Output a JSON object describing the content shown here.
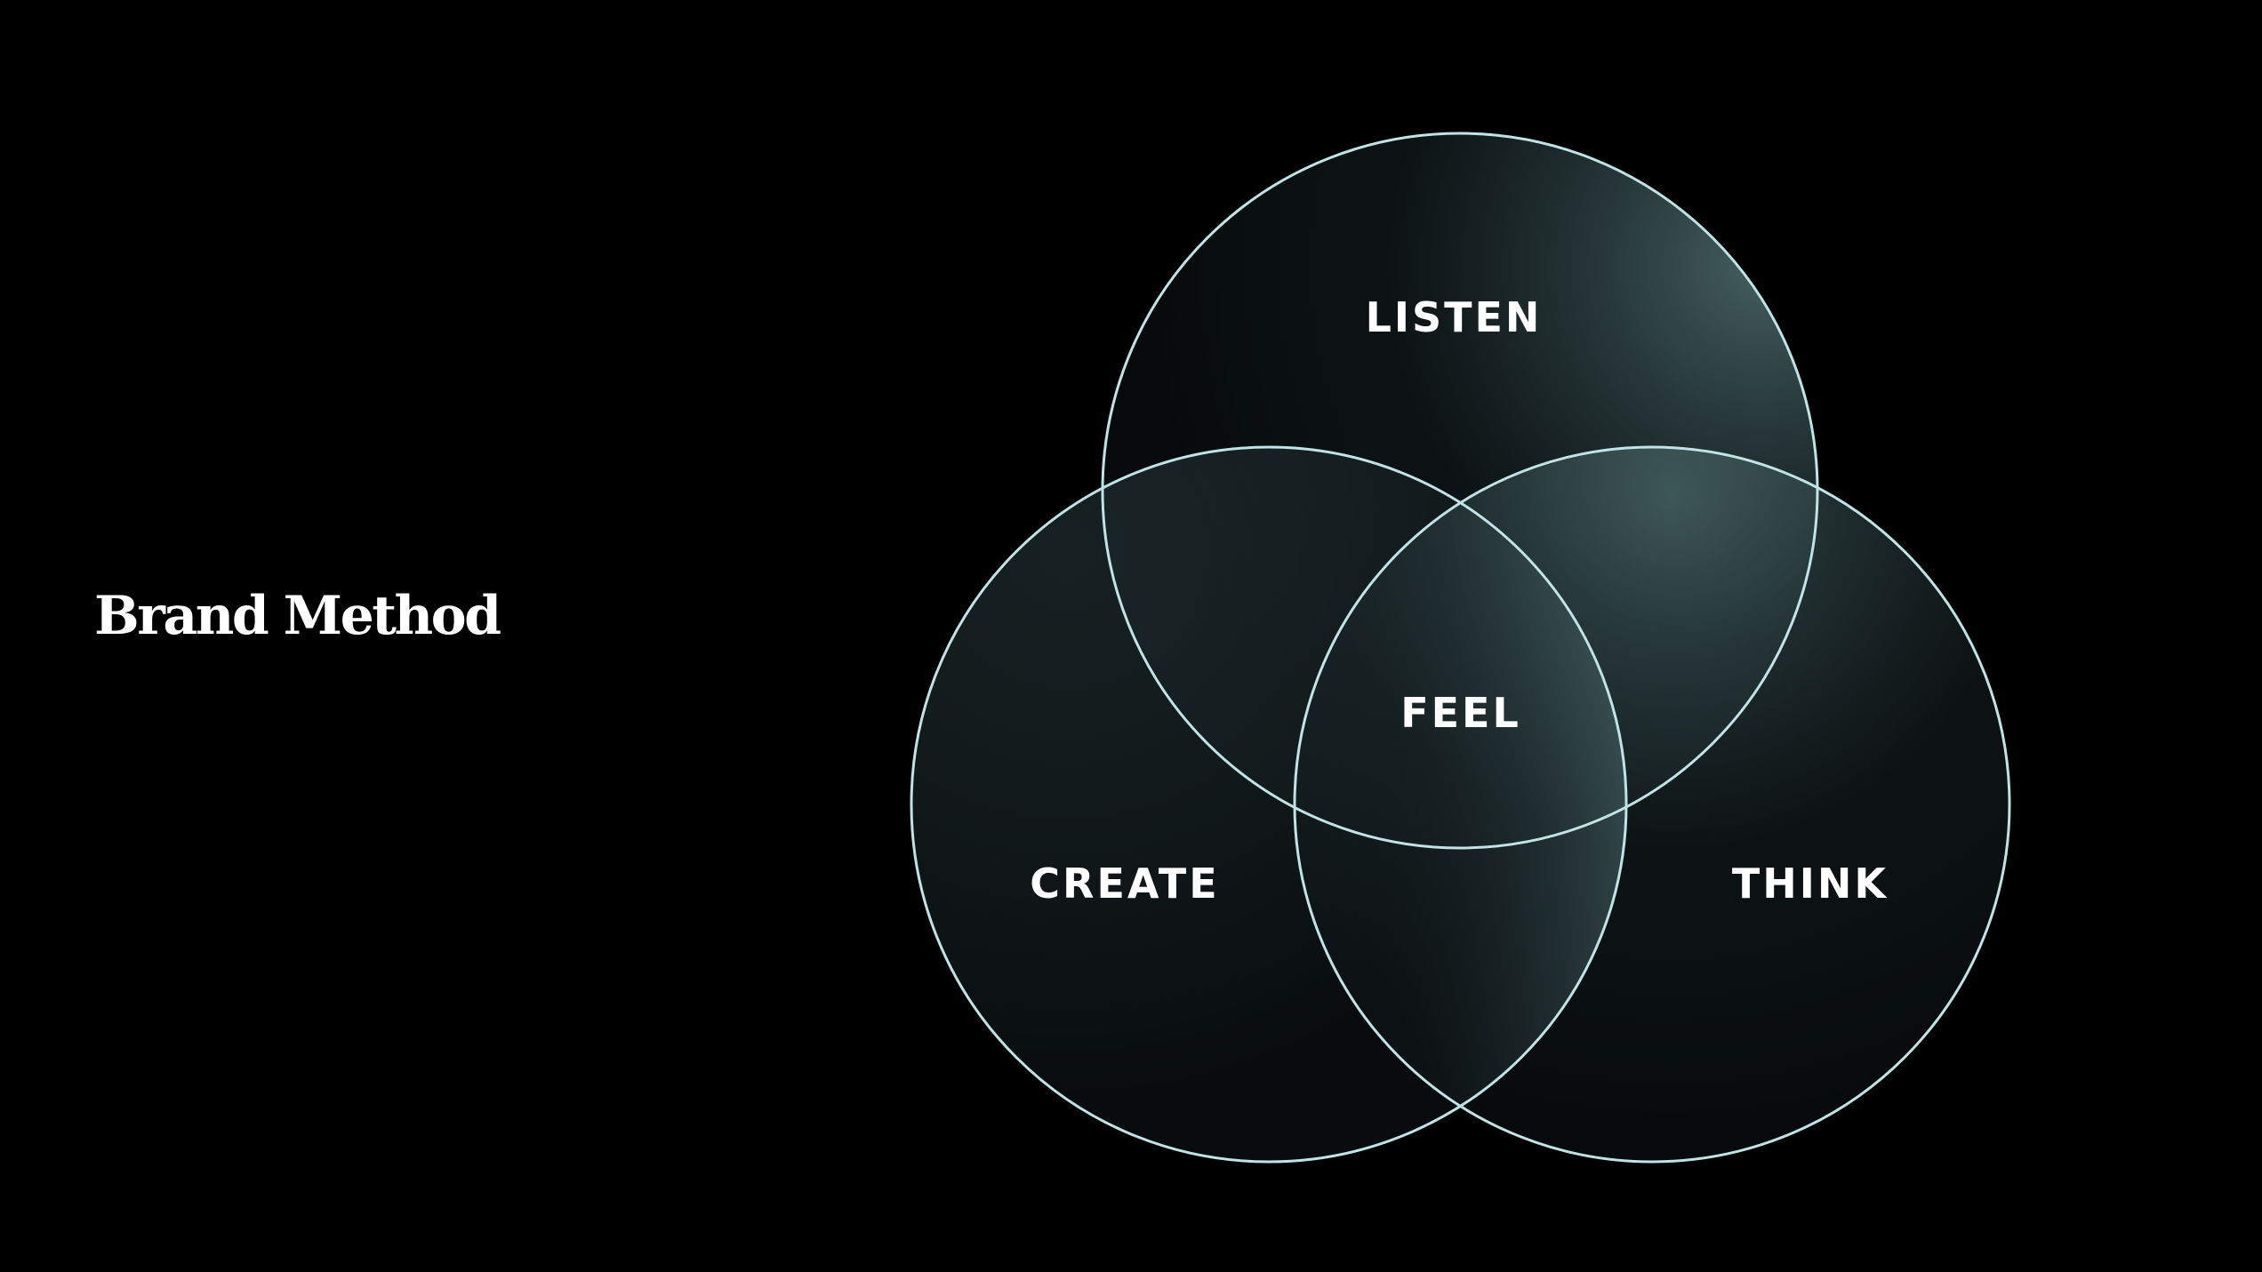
{
  "title": "Brand Method",
  "diagram": {
    "sets": [
      {
        "key": "listen",
        "label": "LISTEN"
      },
      {
        "key": "create",
        "label": "CREATE"
      },
      {
        "key": "think",
        "label": "THINK"
      }
    ],
    "center_label": "FEEL"
  },
  "colors": {
    "background": "#000000",
    "circle_outline": "#bfe3e6",
    "circle_fill": "#0b1012",
    "highlight": "#5a7d80",
    "text": "#ffffff"
  }
}
